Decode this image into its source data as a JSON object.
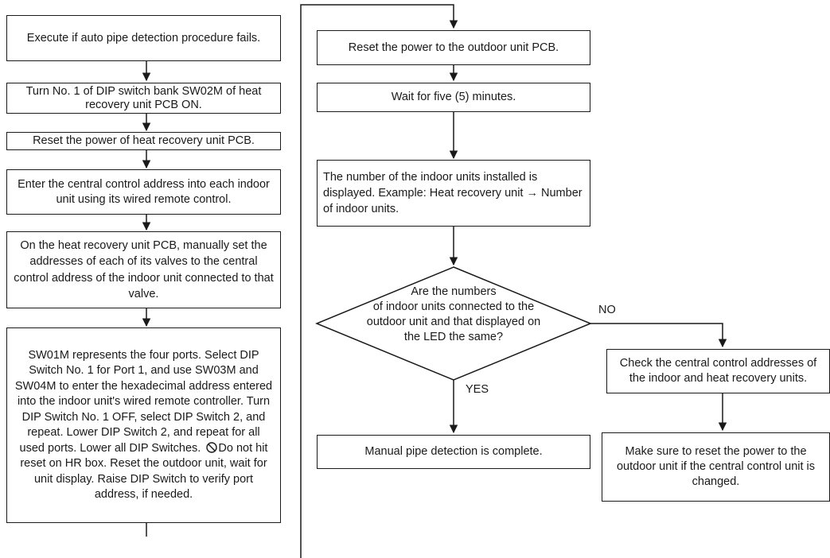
{
  "left_flow": {
    "steps": [
      "Execute if auto pipe detection procedure fails.",
      "Turn No. 1 of DIP switch bank SW02M of heat recovery unit PCB ON.",
      "Reset the power of heat recovery unit PCB.",
      "Enter the central control address into each indoor unit using its wired remote control.",
      "On the heat recovery unit PCB, manually set the addresses of each of its valves to the central control address of the indoor unit connected to that valve.",
      "SW01M represents the four ports. Select DIP Switch No. 1 for Port 1, and use SW03M and SW04M to enter the hexadecimal address entered into the indoor unit's wired remote controller. Turn DIP Switch No. 1 OFF, select DIP Switch 2, and repeat. Lower DIP Switch 2, and repeat for all used ports. Lower all DIP Switches.",
      "Do not hit reset on HR box.",
      "Reset the outdoor unit, wait for unit display. Raise DIP Switch to verify port address, if needed."
    ]
  },
  "right_flow": {
    "step1": "Reset the power to the outdoor unit PCB.",
    "step2": "Wait for five (5) minutes.",
    "step3": "The number of the indoor units installed is displayed. Example: Heat recovery unit → Number of indoor units.",
    "decision": {
      "line1": "Are the numbers",
      "line2": "of indoor units connected to the",
      "line3": "outdoor unit and that displayed on",
      "line4": "the LED the same?"
    },
    "yes_label": "YES",
    "no_label": "NO",
    "yes_result": "Manual pipe detection is complete.",
    "no_step1": "Check the central control addresses of the indoor and heat recovery units.",
    "no_step2": "Make sure to reset the power to the outdoor unit if the central control unit is changed."
  },
  "icons": {
    "prohibition": "prohibition-icon"
  },
  "colors": {
    "line": "#1a1a1a",
    "background": "#ffffff"
  }
}
